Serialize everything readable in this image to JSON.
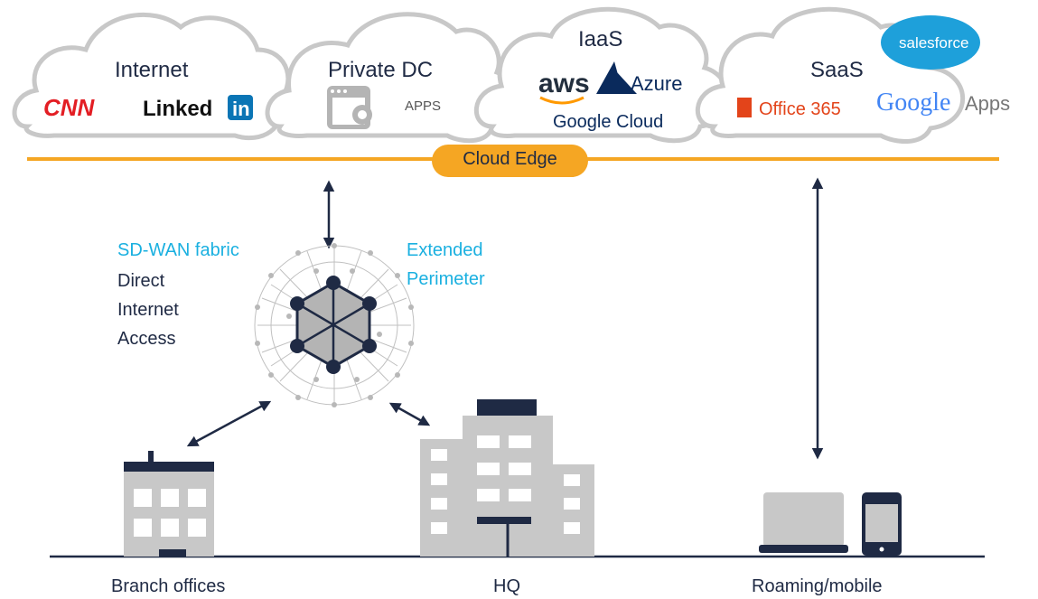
{
  "clouds": {
    "internet": {
      "title": "Internet",
      "logos": [
        "CNN",
        "Linked",
        "in"
      ]
    },
    "private_dc": {
      "title": "Private DC",
      "apps_label": "APPS"
    },
    "iaas": {
      "title": "IaaS",
      "logos": {
        "aws": "aws",
        "azure": "Azure",
        "google_cloud": "Google Cloud"
      }
    },
    "saas": {
      "title": "SaaS",
      "logos": {
        "salesforce": "salesforce",
        "office": "Office 365",
        "google_apps_brand": "Google",
        "google_apps_suffix": "Apps"
      }
    }
  },
  "cloud_edge": {
    "label": "Cloud Edge"
  },
  "fabric": {
    "left_heading": "SD-WAN fabric",
    "left_lines": [
      "Direct",
      "Internet",
      "Access"
    ],
    "right_heading": [
      "Extended",
      "Perimeter"
    ]
  },
  "sites": {
    "branch": "Branch offices",
    "hq": "HQ",
    "roaming": "Roaming/mobile"
  },
  "colors": {
    "navy": "#1f2a44",
    "accent_blue": "#1ab0e0",
    "edge_orange": "#f5a623",
    "building_gray": "#c8c8c8",
    "cloud_outline": "#c8c8c8"
  },
  "icons": [
    "gear-window-icon",
    "office-icon",
    "globe-mesh-icon",
    "laptop-icon",
    "phone-icon"
  ]
}
